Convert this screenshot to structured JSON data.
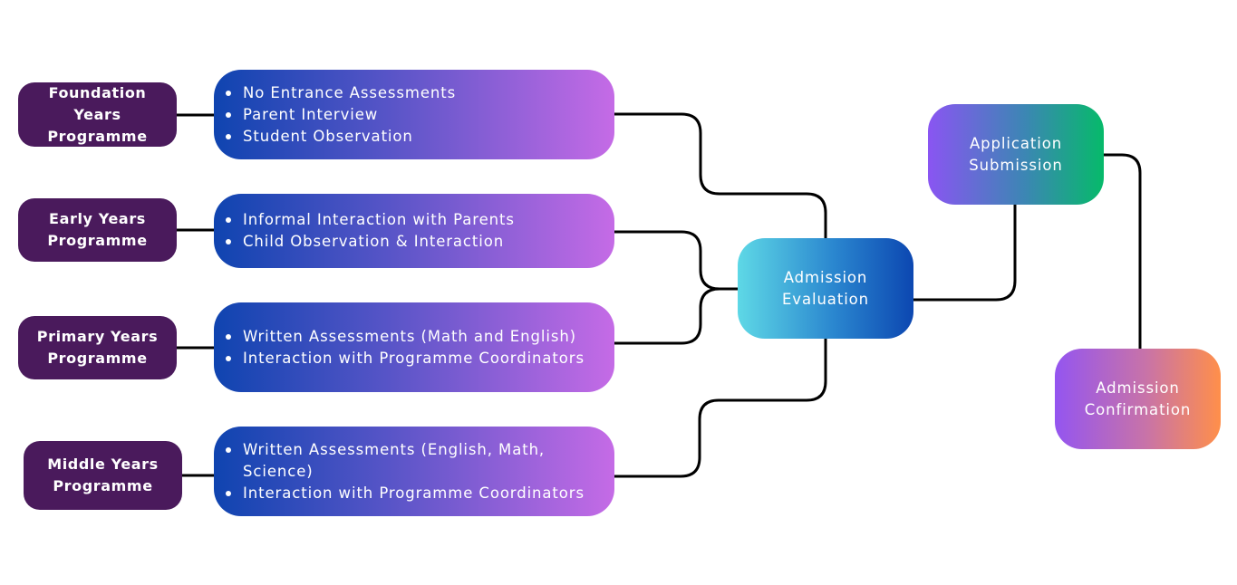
{
  "programmes": [
    {
      "line1": "Foundation Years",
      "line2": "Programme"
    },
    {
      "line1": "Early Years",
      "line2": "Programme"
    },
    {
      "line1": "Primary Years",
      "line2": "Programme"
    },
    {
      "line1": "Middle Years",
      "line2": "Programme"
    }
  ],
  "requirements": [
    {
      "items": [
        "No Entrance Assessments",
        "Parent Interview",
        "Student Observation"
      ]
    },
    {
      "items": [
        "Informal Interaction with Parents",
        "Child Observation & Interaction"
      ]
    },
    {
      "items": [
        "Written Assessments (Math and English)",
        "Interaction with Programme Coordinators"
      ]
    },
    {
      "items": [
        "Written Assessments (English, Math, Science)",
        "Interaction with Programme Coordinators"
      ]
    }
  ],
  "stages": {
    "evaluation": {
      "line1": "Admission",
      "line2": "Evaluation"
    },
    "submission": {
      "line1": "Application",
      "line2": "Submission"
    },
    "confirmation": {
      "line1": "Admission",
      "line2": "Confirmation"
    }
  },
  "colors": {
    "programme_fill": "#4a1a5c",
    "connector": "#000000",
    "requirement_gradient": [
      "#0f44b0",
      "#c56be6"
    ],
    "evaluation_gradient": [
      "#5ed8e6",
      "#0c47b1"
    ],
    "submission_gradient": [
      "#8a55f2",
      "#06ba6a"
    ],
    "confirmation_gradient": [
      "#9455f0",
      "#ff8f4a"
    ]
  }
}
